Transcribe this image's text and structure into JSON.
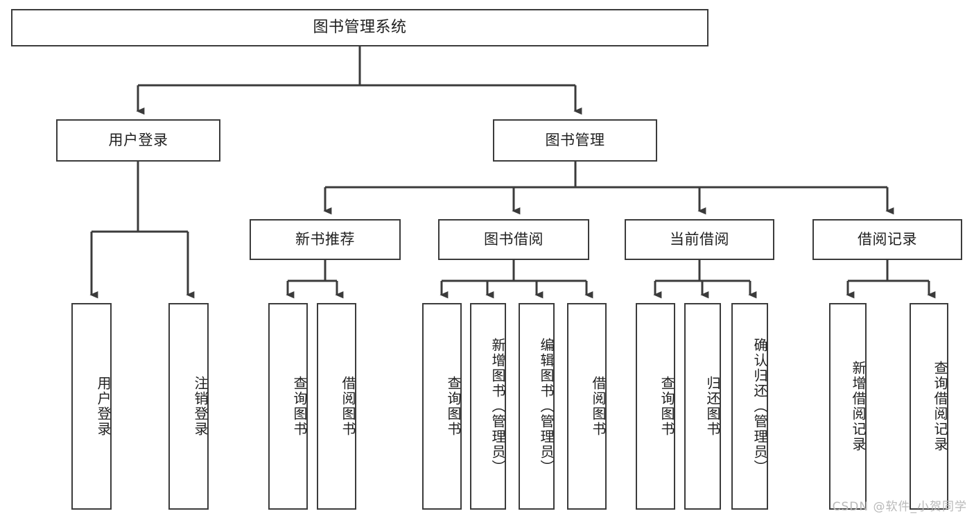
{
  "diagram": {
    "type": "tree-hierarchy",
    "title": "图书管理系统",
    "watermark": "CSDN @软件_小贺同学",
    "root": {
      "id": "root",
      "label": "图书管理系统"
    },
    "level2": [
      {
        "id": "user-login",
        "label": "用户登录"
      },
      {
        "id": "book-manage",
        "label": "图书管理"
      }
    ],
    "level3": [
      {
        "id": "new-book-rec",
        "label": "新书推荐",
        "parent": "book-manage"
      },
      {
        "id": "book-borrow",
        "label": "图书借阅",
        "parent": "book-manage"
      },
      {
        "id": "current-borrow",
        "label": "当前借阅",
        "parent": "book-manage"
      },
      {
        "id": "borrow-record",
        "label": "借阅记录",
        "parent": "book-manage"
      }
    ],
    "leaves": [
      {
        "id": "leaf-user-login",
        "label": "用户登录",
        "parent": "user-login"
      },
      {
        "id": "leaf-logout-login",
        "label": "注销登录",
        "parent": "user-login"
      },
      {
        "id": "leaf-query-book-1",
        "label": "查询图书",
        "parent": "new-book-rec"
      },
      {
        "id": "leaf-borrow-book-1",
        "label": "借阅图书",
        "parent": "new-book-rec"
      },
      {
        "id": "leaf-query-book-2",
        "label": "查询图书",
        "parent": "book-borrow"
      },
      {
        "id": "leaf-add-book",
        "label": "新增图书（管理员）",
        "parent": "book-borrow"
      },
      {
        "id": "leaf-edit-book",
        "label": "编辑图书（管理员）",
        "parent": "book-borrow"
      },
      {
        "id": "leaf-borrow-book-2",
        "label": "借阅图书",
        "parent": "book-borrow"
      },
      {
        "id": "leaf-query-book-3",
        "label": "查询图书",
        "parent": "current-borrow"
      },
      {
        "id": "leaf-return-book",
        "label": "归还图书",
        "parent": "current-borrow"
      },
      {
        "id": "leaf-confirm-return",
        "label": "确认归还（管理员）",
        "parent": "current-borrow"
      },
      {
        "id": "leaf-add-record",
        "label": "新增借阅记录",
        "parent": "borrow-record"
      },
      {
        "id": "leaf-query-record",
        "label": "查询借阅记录",
        "parent": "borrow-record"
      }
    ],
    "colors": {
      "stroke": "#3b3b3b",
      "fill": "#ffffff",
      "text": "#1f1f1f",
      "watermark": "#b9b9b9"
    }
  }
}
